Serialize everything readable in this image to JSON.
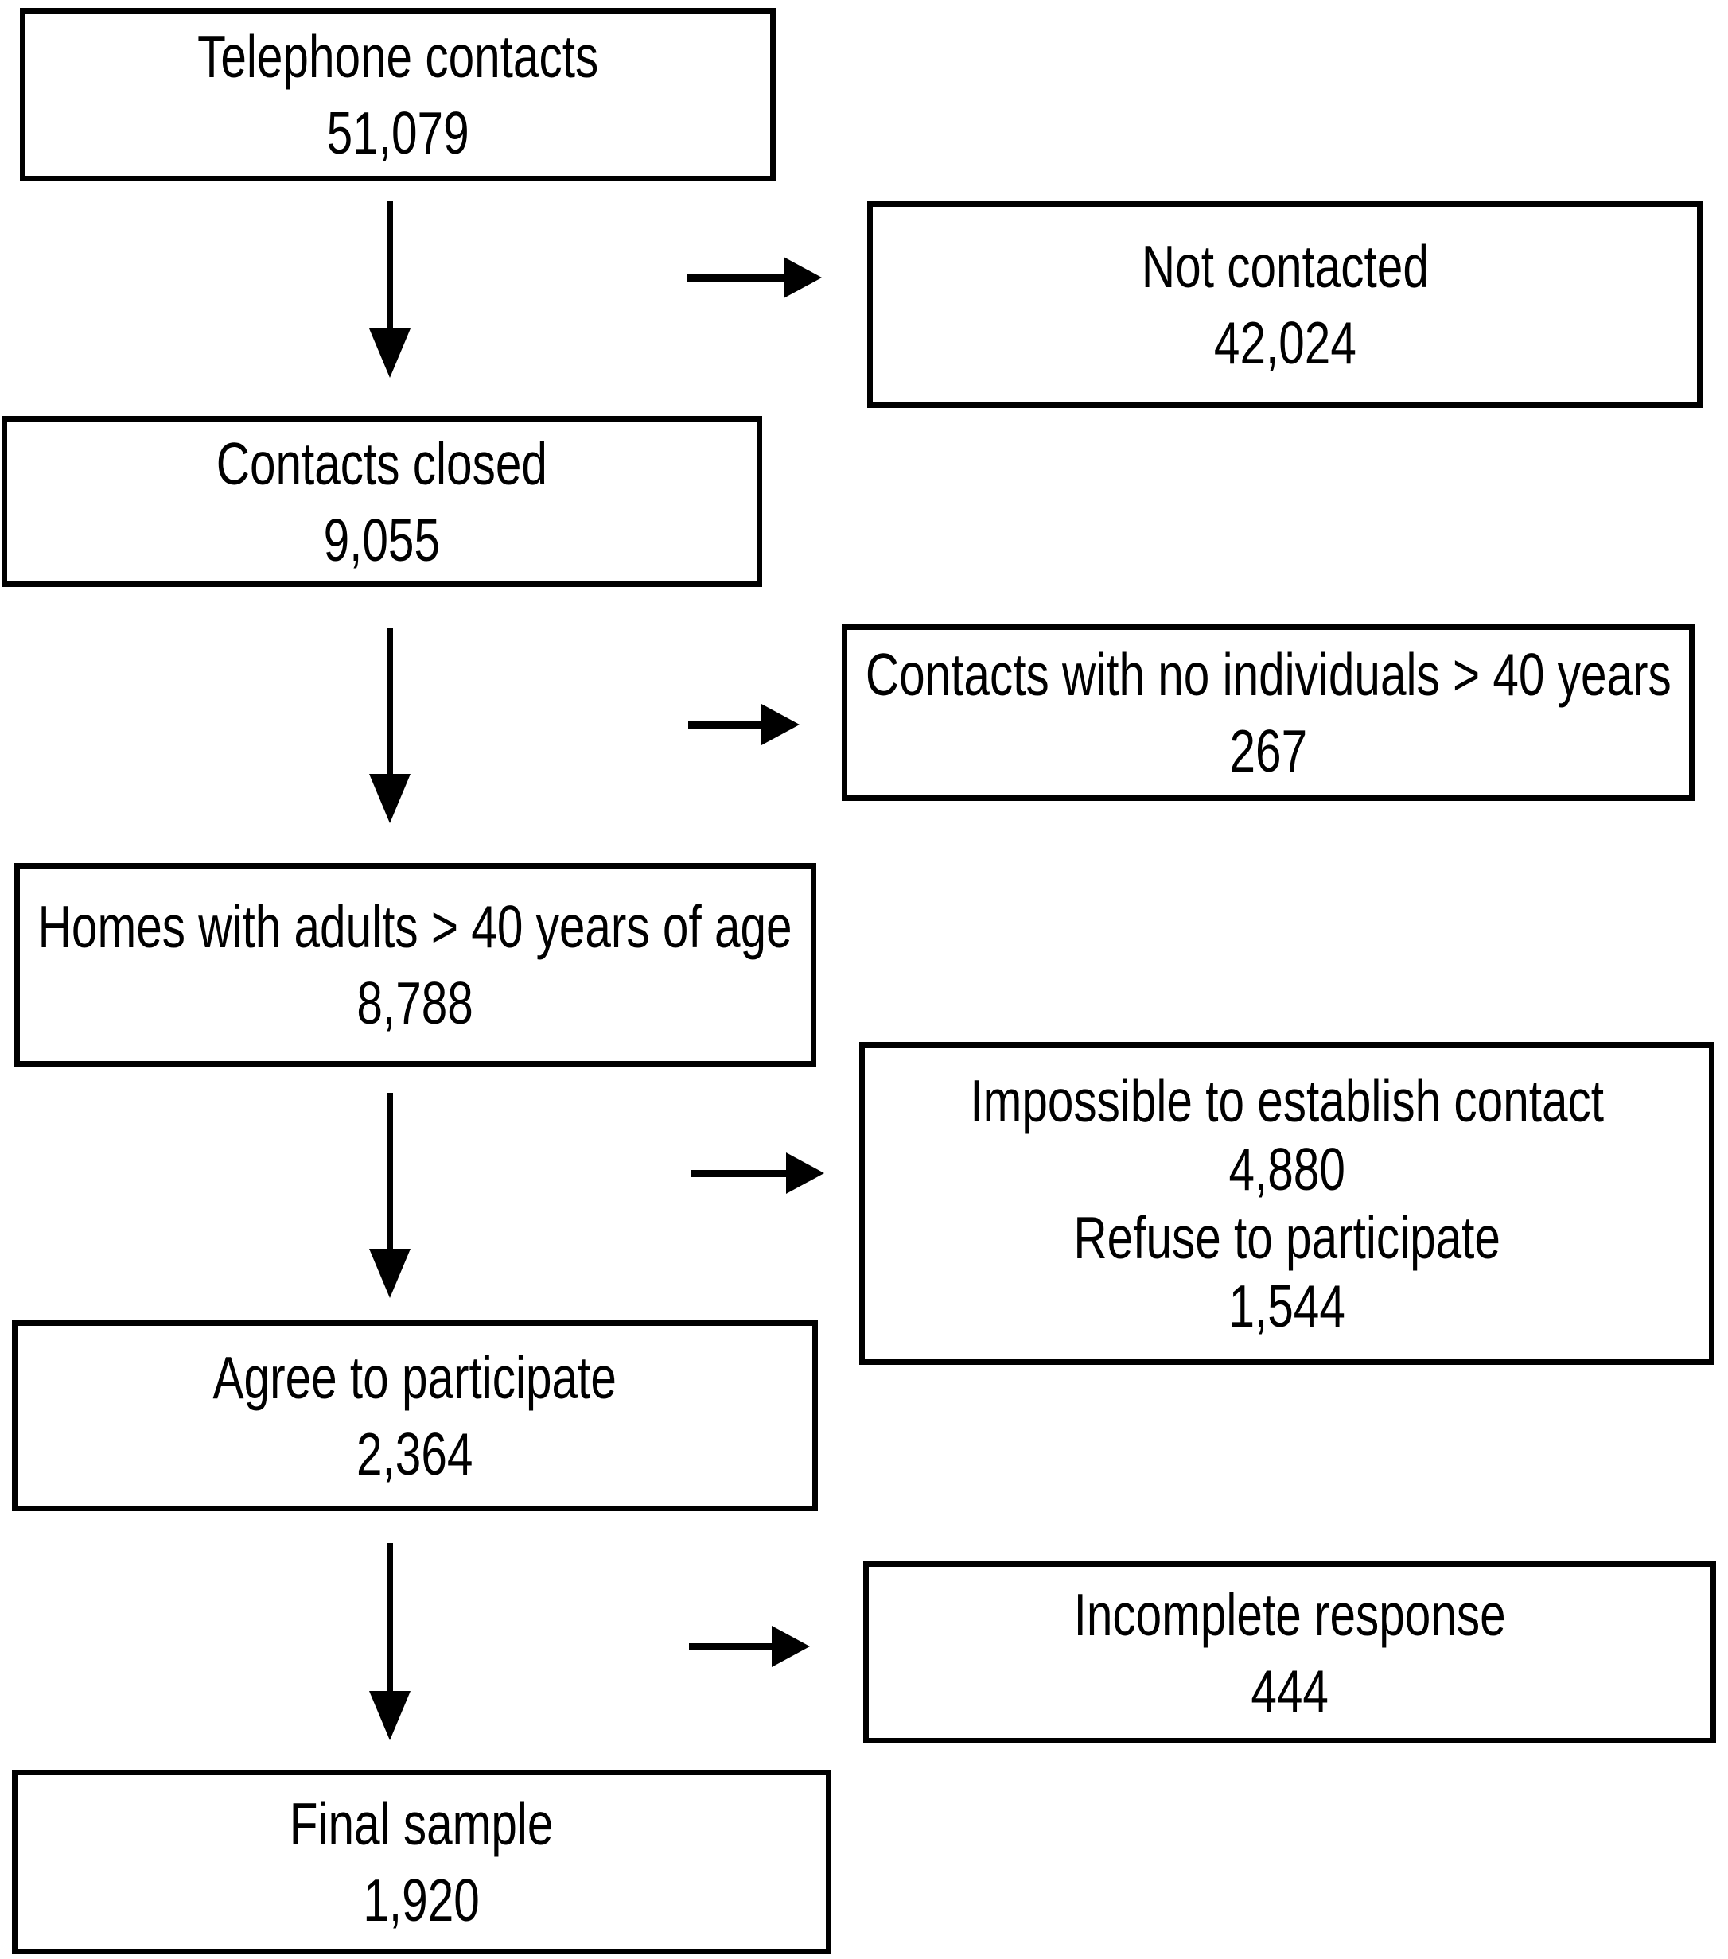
{
  "figure": {
    "type": "flowchart",
    "description": "Study recruitment flow diagram",
    "colors": {
      "ink": "#000000",
      "background": "#ffffff"
    },
    "boxes": [
      {
        "id": "telephone-contacts",
        "lines": [
          "Telephone contacts",
          "51,079"
        ]
      },
      {
        "id": "not-contacted",
        "lines": [
          "Not contacted",
          "42,024"
        ]
      },
      {
        "id": "contacts-closed",
        "lines": [
          "Contacts closed",
          "9,055"
        ]
      },
      {
        "id": "no-individuals-over-40",
        "lines": [
          "Contacts with no individuals > 40 years",
          "267"
        ]
      },
      {
        "id": "homes-adults-over-40",
        "lines": [
          "Homes with adults > 40 years of age",
          "8,788"
        ]
      },
      {
        "id": "impossible-or-refuse",
        "lines": [
          "Impossible to establish contact",
          "4,880",
          "Refuse to participate",
          "1,544"
        ]
      },
      {
        "id": "agree-to-participate",
        "lines": [
          "Agree to participate",
          "2,364"
        ]
      },
      {
        "id": "incomplete-response",
        "lines": [
          "Incomplete response",
          "444"
        ]
      },
      {
        "id": "final-sample",
        "lines": [
          "Final sample",
          "1,920"
        ]
      }
    ]
  }
}
